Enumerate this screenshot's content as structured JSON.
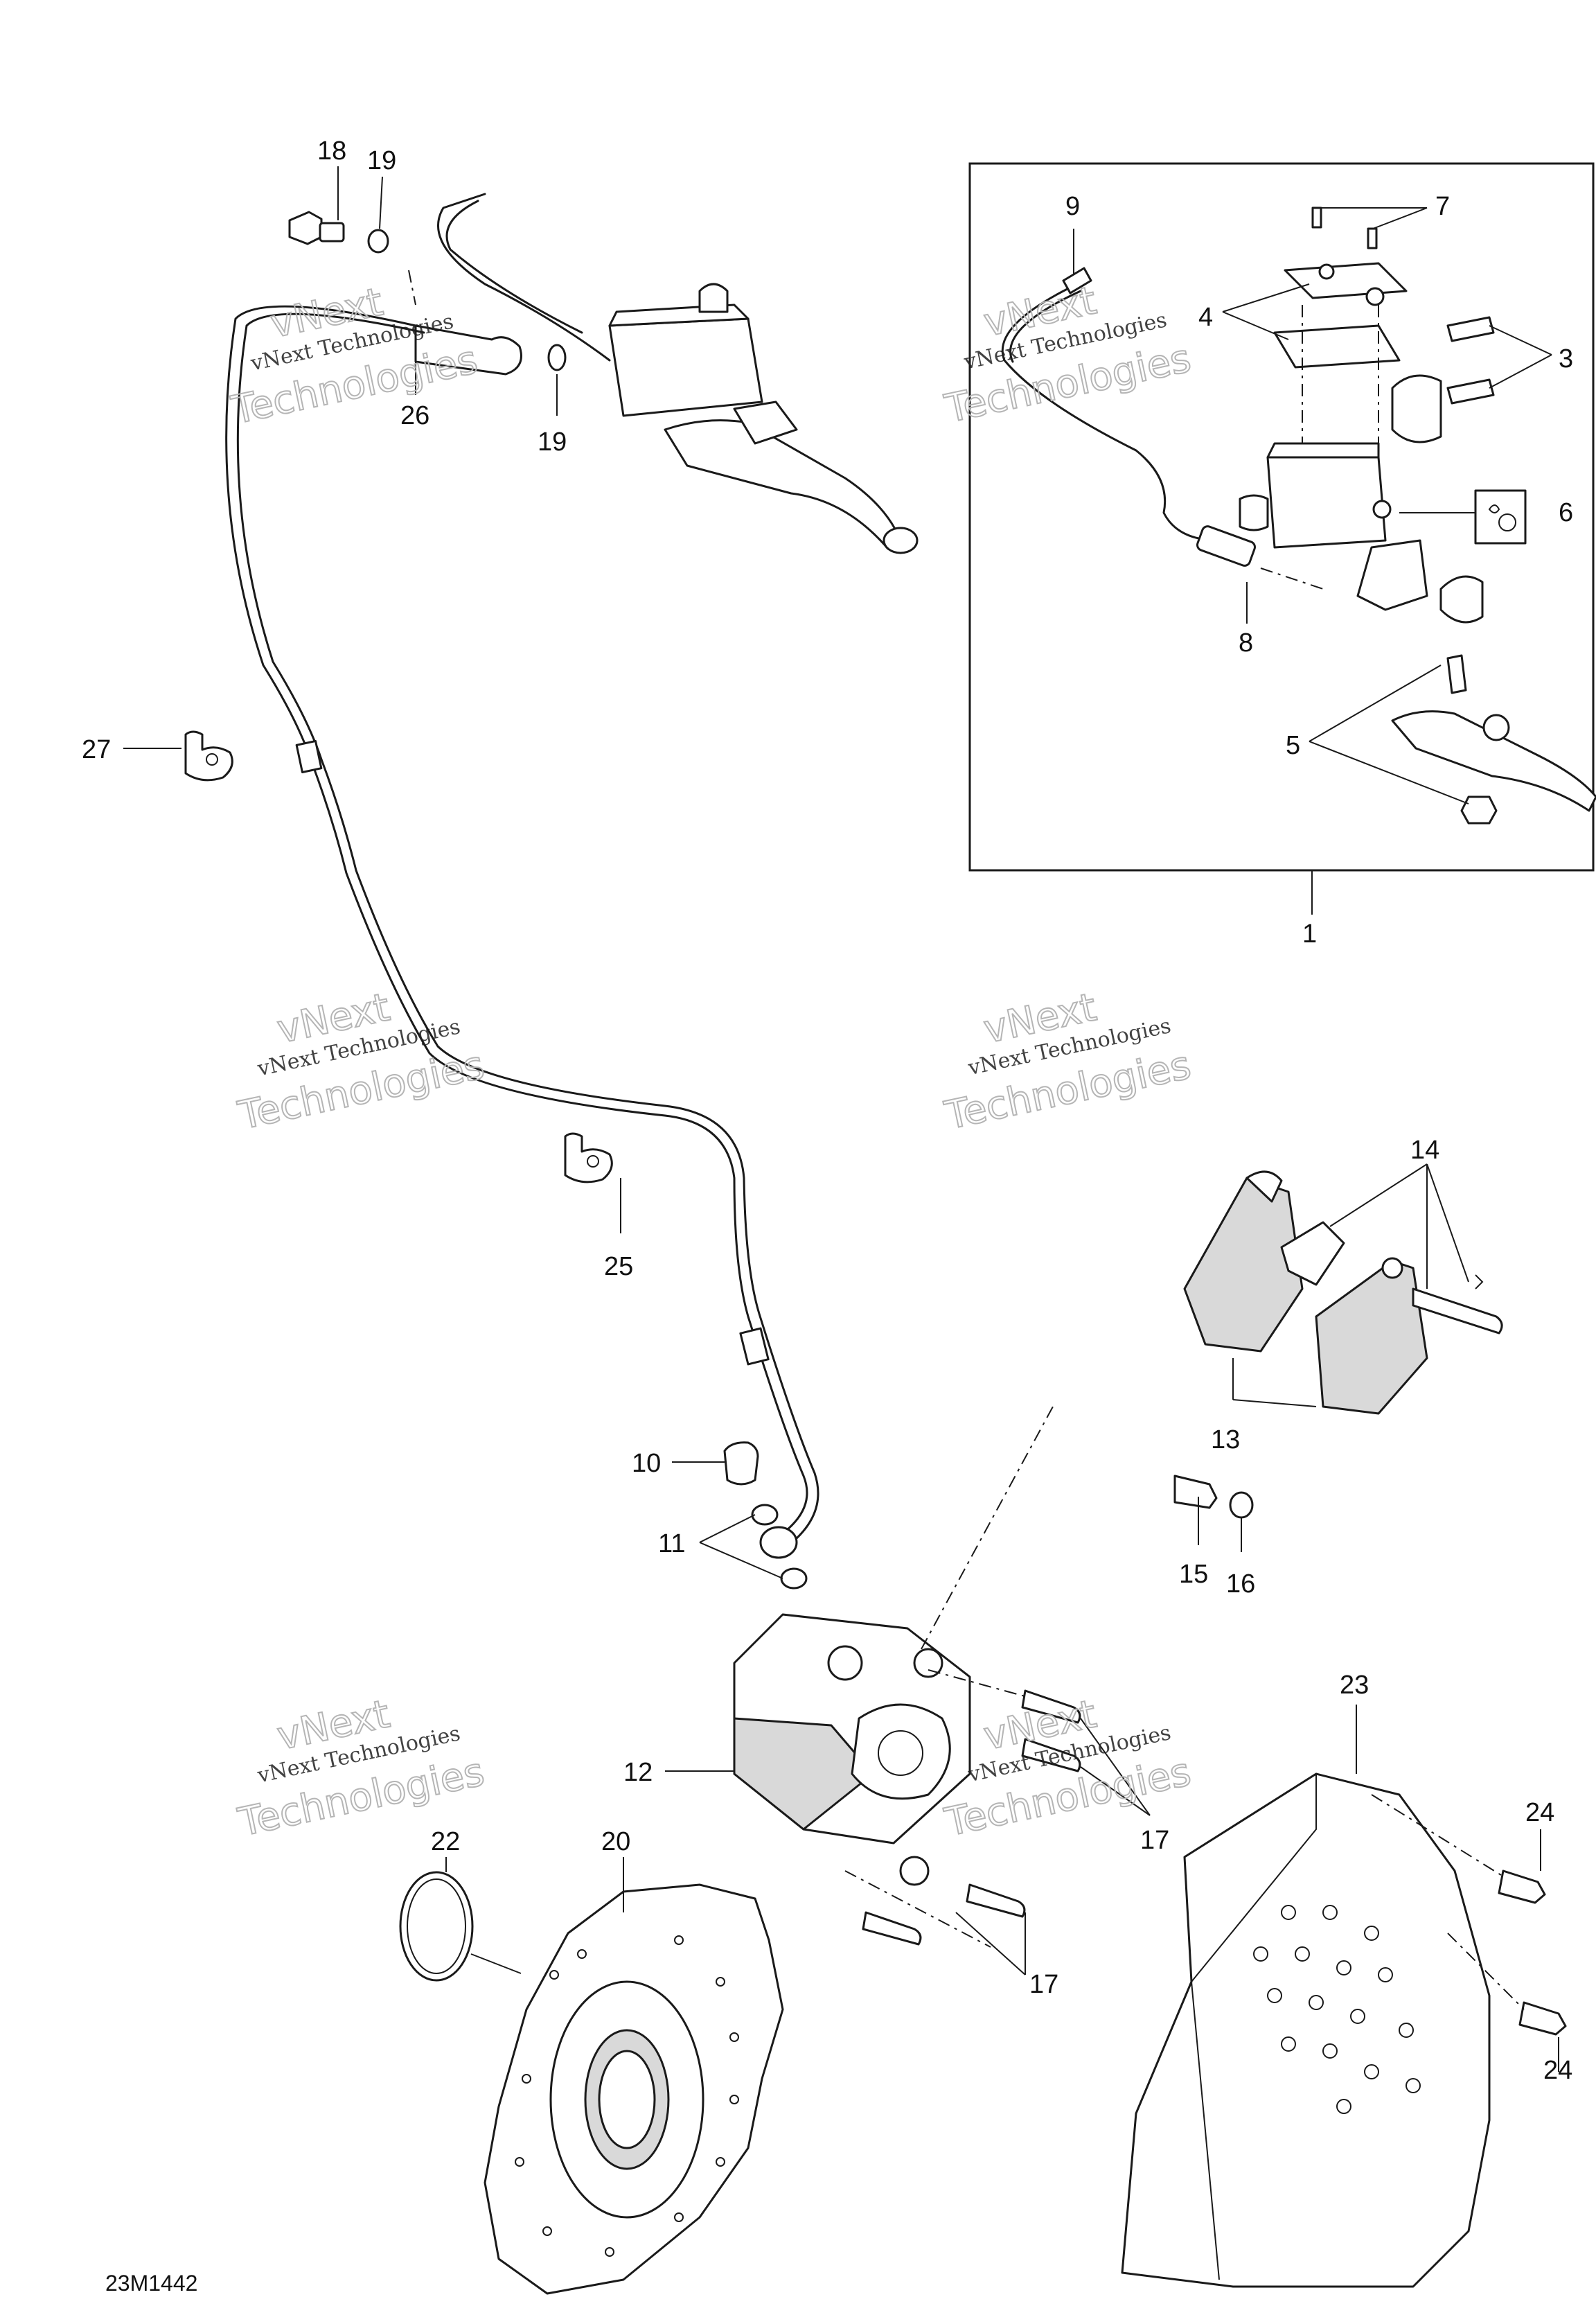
{
  "diagram": {
    "drawing_code": "23M1442",
    "callouts": [
      "1",
      "3",
      "4",
      "5",
      "6",
      "7",
      "8",
      "9",
      "10",
      "11",
      "12",
      "13",
      "14",
      "15",
      "16",
      "17",
      "17",
      "18",
      "19",
      "19",
      "20",
      "22",
      "23",
      "24",
      "24",
      "25",
      "26",
      "27"
    ],
    "watermark": {
      "company_line": "vNext Technologies",
      "brand_word": "vNext",
      "outline_word": "Technologies"
    }
  }
}
